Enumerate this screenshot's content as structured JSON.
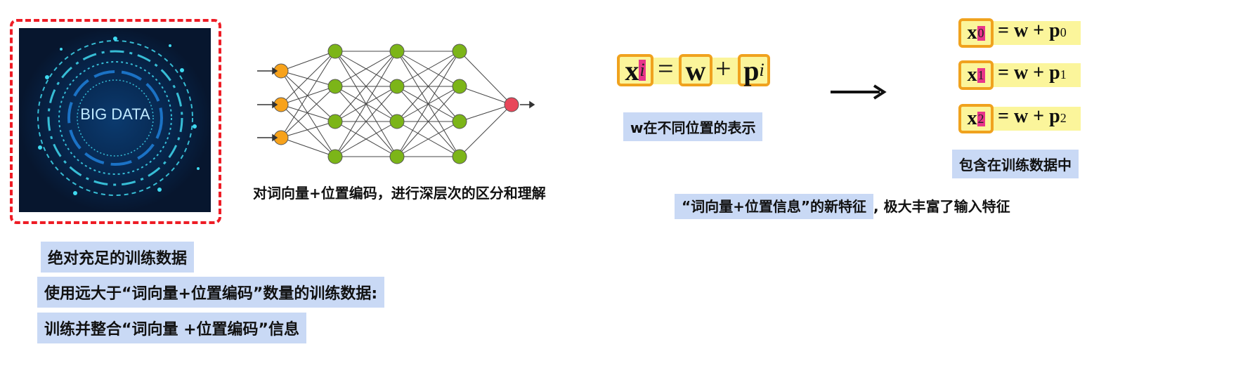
{
  "image": {
    "label": "BIG DATA",
    "colors": {
      "bg": "#07162e",
      "cyan": "#3fd9f0",
      "blue": "#1f7fd9"
    }
  },
  "captions": {
    "nn": "对词向量+位置编码，进行深层次的区分和理解",
    "w_pos": "w在不同位置的表示",
    "contained": "包含在训练数据中",
    "new_feature_hl": "“词向量+位置信息”的新特征",
    "new_feature_rest": ", 极大丰富了输入特征",
    "data1": "绝对充足的训练数据",
    "data2": "使用远大于“词向量+位置编码”数量的训练数据:",
    "data3": "训练并整合“词向量 +位置编码”信息"
  },
  "equation_main": {
    "lhs": "x",
    "lhs_sub": "i",
    "eq": "=",
    "w": "w",
    "plus": "+",
    "p": "p",
    "p_sub": "i"
  },
  "equations_right": [
    {
      "lhs": "x",
      "lhs_sub": "0",
      "rest": "= w + p",
      "p_sub": "0"
    },
    {
      "lhs": "x",
      "lhs_sub": "1",
      "rest": "= w + p",
      "p_sub": "1"
    },
    {
      "lhs": "x",
      "lhs_sub": "2",
      "rest": "= w + p",
      "p_sub": "2"
    }
  ],
  "network": {
    "input_color": "#f7a21b",
    "hidden_color": "#7cb518",
    "output_color": "#e8475a",
    "layers": [
      3,
      4,
      4,
      4,
      1
    ]
  },
  "colors": {
    "highlight": "#c9d9f5",
    "dashed": "#ee1c25",
    "orange": "#f0a21e",
    "yellow": "#fbf59b",
    "pink": "#e8358a"
  }
}
